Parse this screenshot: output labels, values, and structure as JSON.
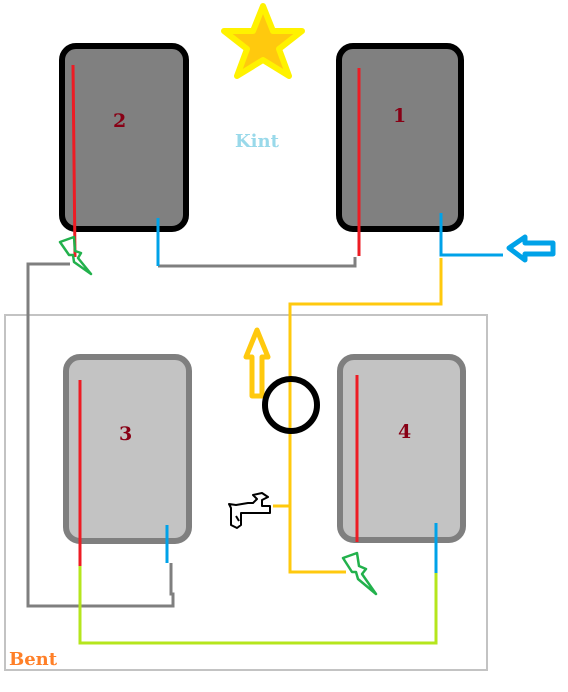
{
  "labels": {
    "kint": "Kint",
    "bent": "Bent"
  },
  "tanks": [
    {
      "id": "2",
      "label": "2"
    },
    {
      "id": "1",
      "label": "1"
    },
    {
      "id": "3",
      "label": "3"
    },
    {
      "id": "4",
      "label": "4"
    }
  ],
  "icons": [
    "star-icon",
    "arrow-left-icon",
    "arrow-up-icon",
    "pump-circle-icon",
    "tap-icon",
    "lightning-icon"
  ],
  "colors": {
    "tank_upper_fill": "#808080",
    "tank_upper_stroke": "#000000",
    "tank_lower_fill": "#c3c3c3",
    "tank_lower_stroke": "#7f7f7f",
    "pipe_red": "#ed1c24",
    "pipe_blue": "#00a2e8",
    "pipe_gray": "#7f7f7f",
    "pipe_yellow": "#ffc90e",
    "pipe_green": "#b5e61d",
    "lightning_green": "#22b14c",
    "star_yellow": "#fff200",
    "star_gold": "#ffc90e",
    "kint_color": "#99d9ea",
    "bent_color": "#ff7f27",
    "number_color": "#880015",
    "frame_gray": "#c3c3c3"
  }
}
